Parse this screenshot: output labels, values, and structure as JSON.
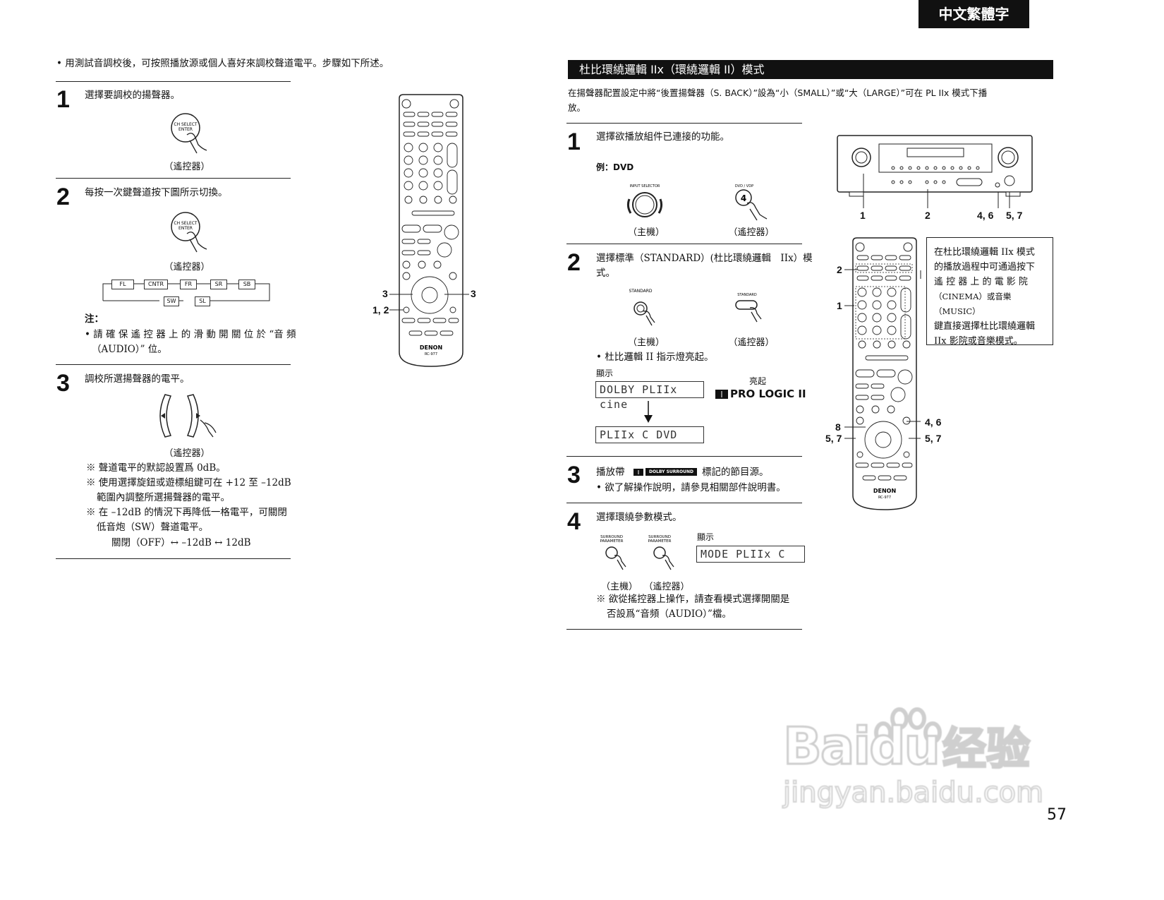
{
  "lang_tab": "中文繁體字",
  "page_number": "57",
  "left": {
    "intro": "• 用測試音調校後，可按照播放源或個人喜好來調校聲道電平。步驟如下所述。",
    "steps": [
      {
        "num": "1",
        "text": "選擇要調校的揚聲器。",
        "caption": "（遙控器）",
        "button": "CH SELECT ENTER"
      },
      {
        "num": "2",
        "text": "每按一次鍵聲道按下圖所示切換。",
        "caption": "（遙控器）",
        "button": "CH SELECT ENTER",
        "note_title": "注：",
        "note_line1": "• 請 確 保 遙 控 器 上 的 滑 動 開 關 位 於 “音 頻",
        "note_line2": "（AUDIO）” 位。"
      },
      {
        "num": "3",
        "text": "調校所選揚聲器的電平。",
        "caption": "（遙控器）",
        "notes": [
          "※ 聲道電平的默認設置爲 0dB。",
          "※ 使用選擇旋鈕或遊標組鍵可在 +12 至 –12dB",
          "範圍內調整所選揚聲器的電平。",
          "※ 在 –12dB 的情況下再降低一格電平，可關閉",
          "低音炮（SW）聲道電平。",
          "關閉（OFF）↔ –12dB ↔ 12dB"
        ]
      }
    ],
    "channels": [
      "FL",
      "CNTR",
      "FR",
      "SR",
      "SB",
      "SW",
      "SL"
    ]
  },
  "remote_left": {
    "callouts": [
      "3",
      "3",
      "1, 2"
    ],
    "brand": "DENON",
    "model": "RC-977"
  },
  "right": {
    "title": "杜比環繞邏輯 IIx（環繞邏輯 II）模式",
    "intro1": "在揚聲器配置設定中將“後置揚聲器（S. BACK）”設為“小（SMALL）”或“大（LARGE）”可在 PL IIx 模式下播",
    "intro2": "放。",
    "step1": {
      "num": "1",
      "text": "選擇欲播放組件已連接的功能。",
      "example": "例：DVD",
      "cap_main": "（主機）",
      "cap_remote": "（遙控器）",
      "knob_label": "INPUT SELECTOR",
      "key_label": "DVD / VDP",
      "key_num": "4"
    },
    "step2": {
      "num": "2",
      "text1": "選擇標準（STANDARD）(杜比環繞邏輯　IIx）模",
      "text2": "式。",
      "btn_label": "STANDARD",
      "cap_main": "（主機）",
      "cap_remote": "（遙控器）",
      "bullet": "• 杜比邏輯 II 指示燈亮起。",
      "display_label": "顯示",
      "lit_label": "亮起",
      "lcd1": "DOLBY PLIIx cine",
      "lcd2": "PLIIx C DVD",
      "logo": "PRO LOGIC II"
    },
    "step3": {
      "num": "3",
      "text": "播放帶",
      "badge": "DOLBY SURROUND",
      "text_after": "標記的節目源。",
      "bullet": "• 欲了解操作說明，請參見相關部件說明書。"
    },
    "step4": {
      "num": "4",
      "text": "選擇環繞參數模式。",
      "btn_label": "SURROUND PARAMETER",
      "display_label": "顯示",
      "lcd": "MODE   PLIIx C",
      "cap_main": "（主機）",
      "cap_remote": "（遙控器）",
      "note1": "※ 欲從搖控器上操作，請查看模式選擇開關是",
      "note2": "否設爲“音頻（AUDIO）”檔。"
    },
    "receiver_callouts": [
      "1",
      "2",
      "4, 6",
      "5, 7"
    ],
    "remote_callouts": [
      "2",
      "1",
      "4, 6",
      "8",
      "5, 7",
      "5, 7"
    ],
    "side_note": [
      "在杜比環繞邏輯 IIx 模式",
      "的播放過程中可通過按下",
      "遙 控 器 上 的 電 影 院",
      "（CINEMA）或音樂（MUSIC）",
      "鍵直接選擇杜比環繞邏輯",
      "IIx 影院或音樂模式。"
    ]
  },
  "watermark": {
    "brand": "Baidu",
    "suffix": "经验",
    "url": "jingyan.baidu.com"
  }
}
